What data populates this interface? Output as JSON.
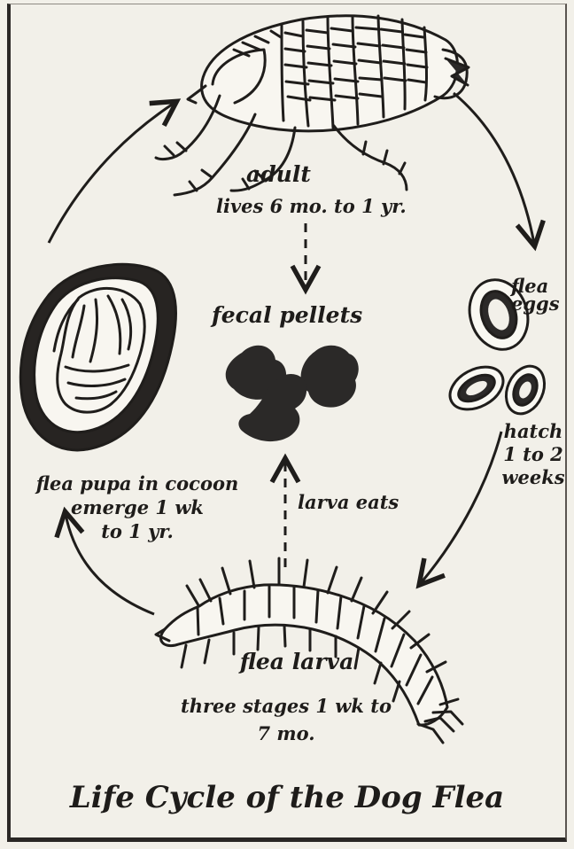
{
  "title": "Life Cycle of the Dog Flea",
  "stages": {
    "adult": {
      "name": "adult",
      "detail": "lives 6 mo. to 1 yr."
    },
    "eggs": {
      "name": "flea eggs",
      "detail_lines": [
        "hatch",
        "1 to 2",
        "weeks"
      ]
    },
    "fecal": {
      "name": "fecal pellets"
    },
    "larva_eats": {
      "name": "larva eats"
    },
    "larva": {
      "name": "flea larva",
      "detail_lines": [
        "three stages 1 wk to",
        "7 mo."
      ]
    },
    "pupa": {
      "name": "flea pupa in cocoon",
      "detail_lines": [
        "emerge 1 wk",
        "to 1 yr."
      ]
    }
  },
  "colors": {
    "ink": "#1f1d1b",
    "paper": "#f2f0e9",
    "dark_fill": "#2b2928"
  }
}
